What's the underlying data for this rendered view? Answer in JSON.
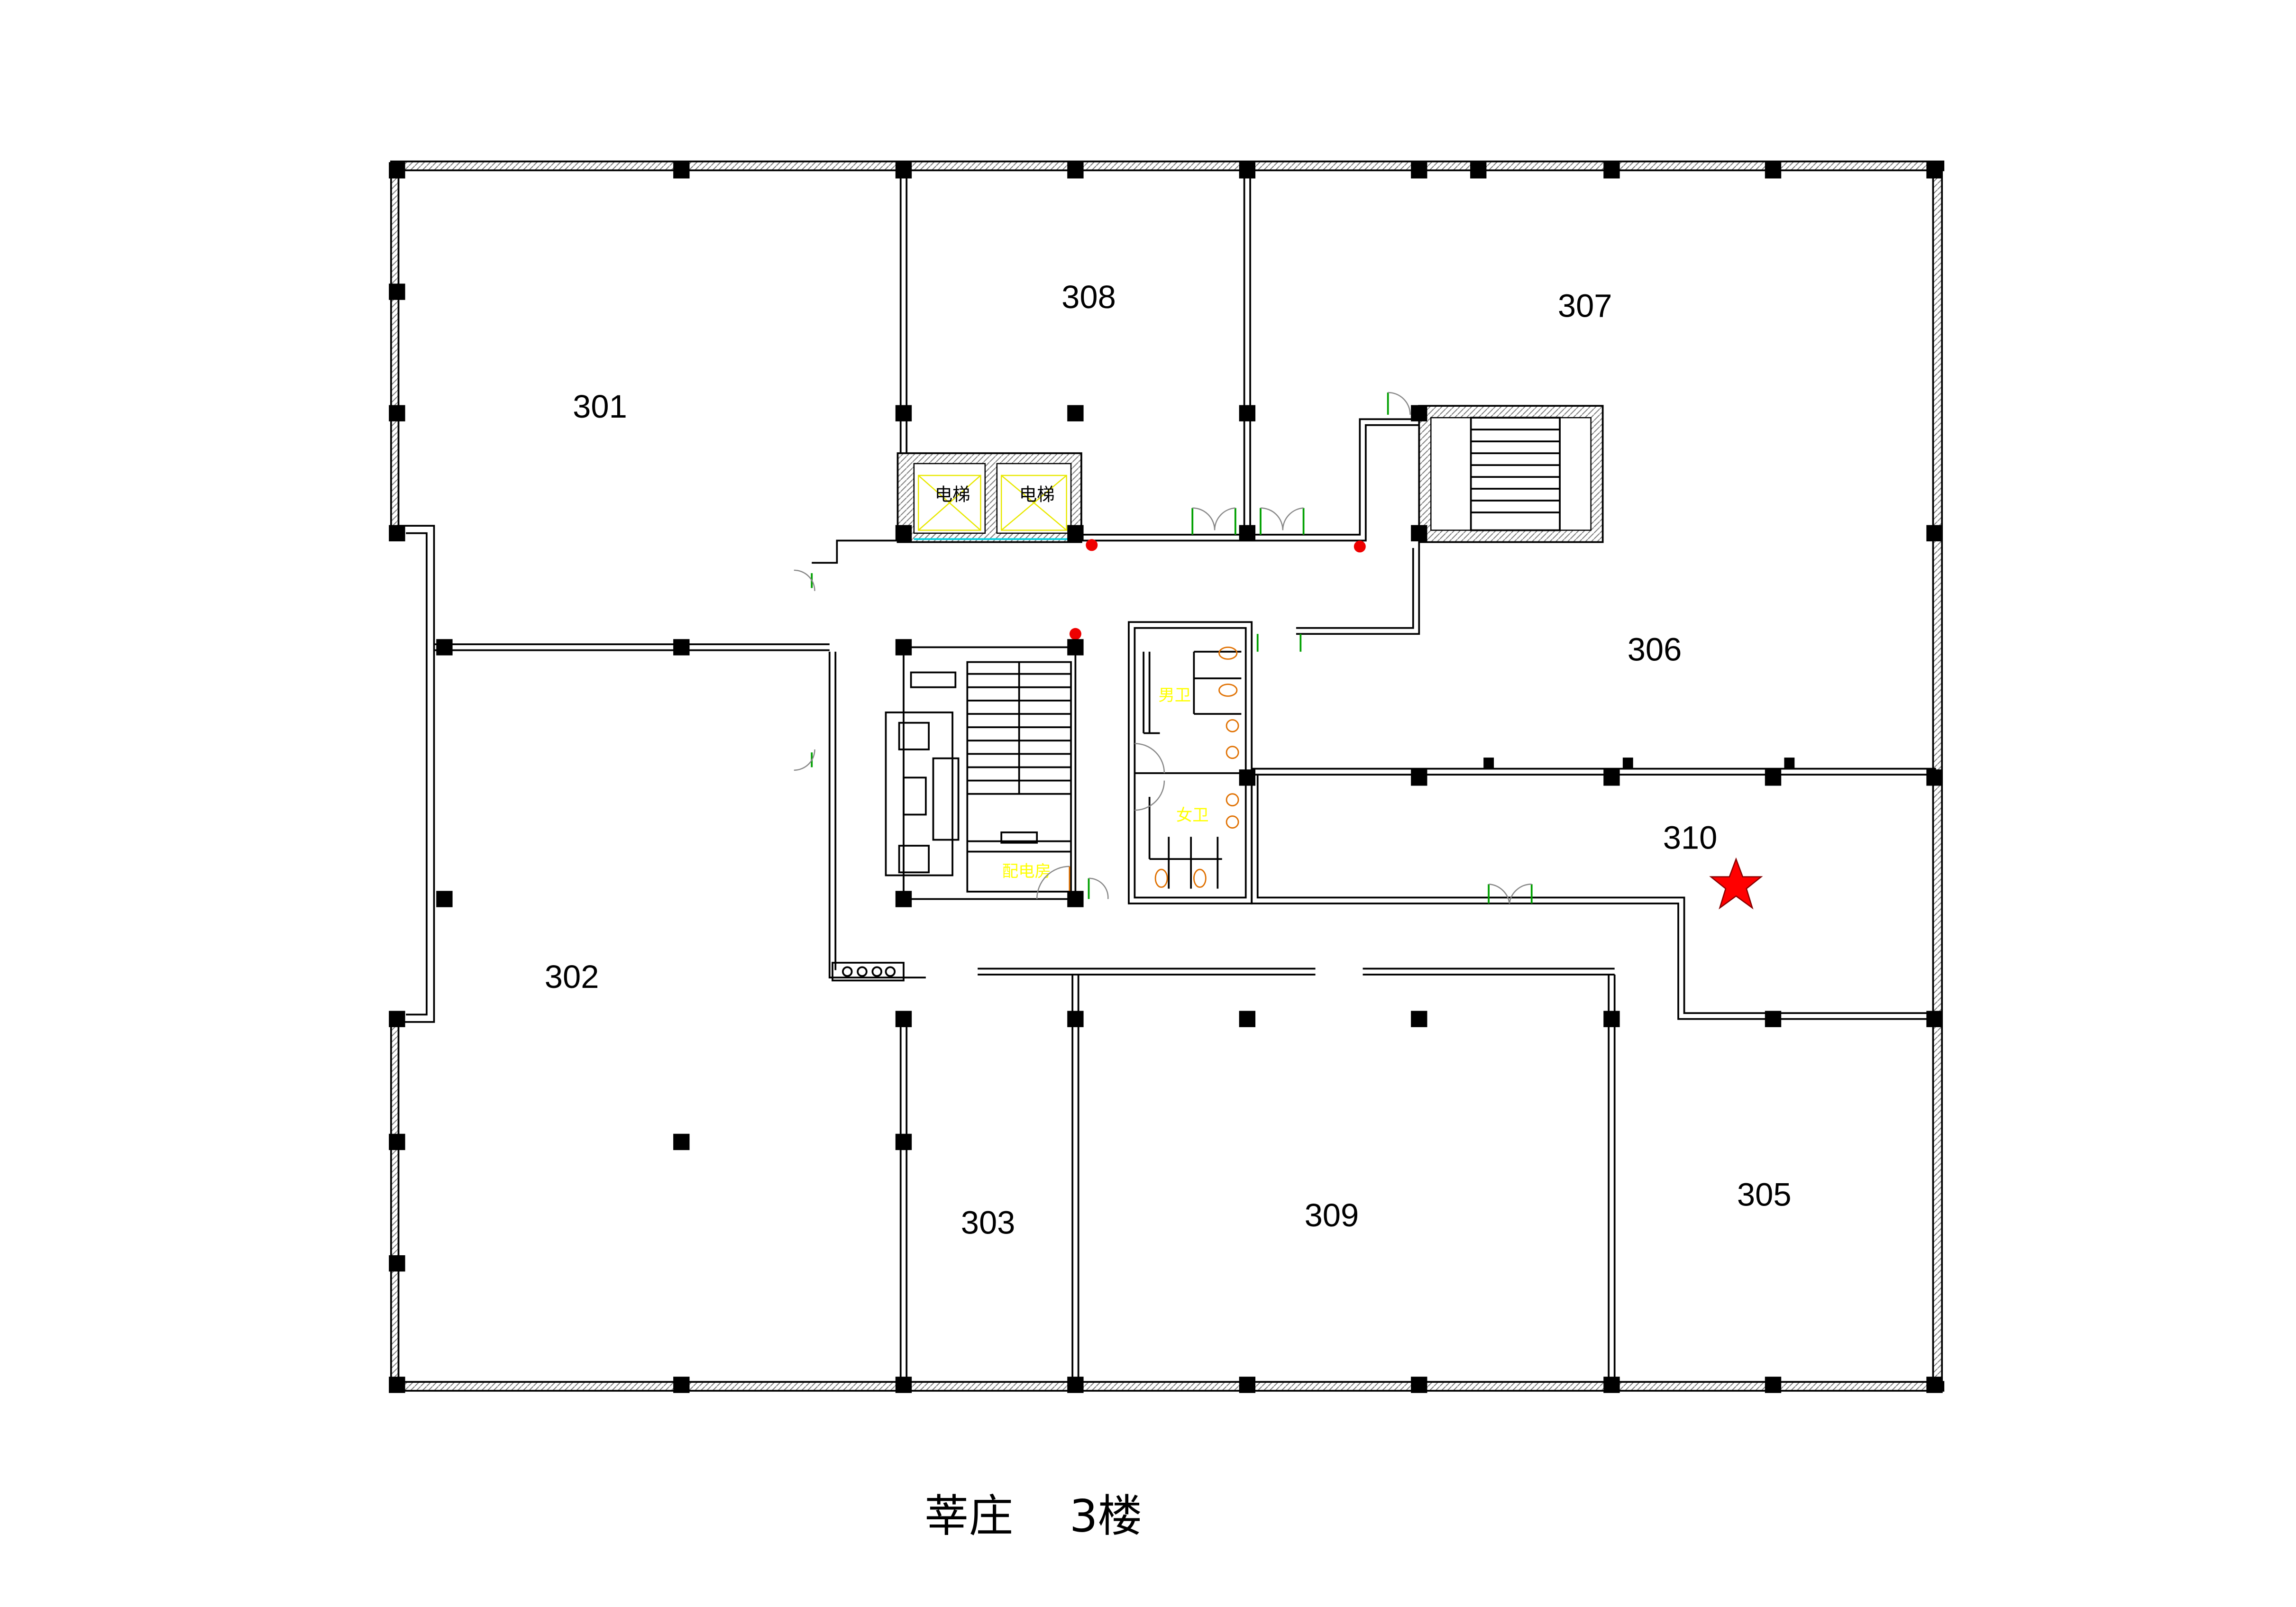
{
  "title": {
    "location": "莘庄",
    "floor": "3楼"
  },
  "rooms": [
    "301",
    "308",
    "307",
    "306",
    "310",
    "302",
    "303",
    "309",
    "305"
  ],
  "facilities": {
    "elevator_1": "电梯",
    "elevator_2": "电梯",
    "mens_restroom": "男卫",
    "womens_restroom": "女卫",
    "power_room": "配电房"
  },
  "marker": {
    "icon": "star-icon",
    "room": "310",
    "color": "#ff0000"
  },
  "colors": {
    "wall": "#000000",
    "label_facility": "#ffff00",
    "door": "#00a000",
    "fixture": "#e07000"
  }
}
